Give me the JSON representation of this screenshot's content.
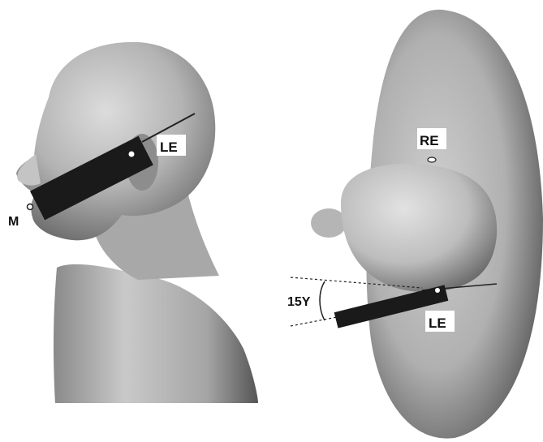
{
  "labels": {
    "side_left_ear": "LE",
    "side_mouth": "M",
    "top_right_ear": "RE",
    "top_left_ear": "LE",
    "angle": "15Y"
  },
  "colors": {
    "skin_light": "#d6d6d6",
    "skin_mid": "#9e9e9e",
    "skin_dark": "#5a5a5a",
    "device": "#1a1a1a",
    "background": "#ffffff"
  }
}
